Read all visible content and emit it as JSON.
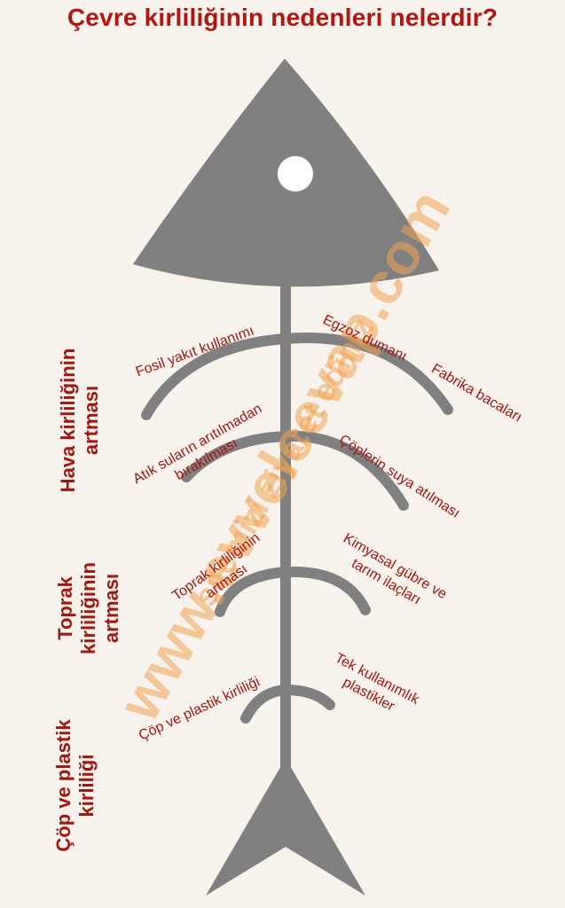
{
  "title": "Çevre kirliliğinin nedenleri nelerdir?",
  "colors": {
    "background": "#f7f2ec",
    "title": "#b3150f",
    "labels": "#a3150f",
    "skeleton": "#808080",
    "watermark": "#f3a254"
  },
  "categories": {
    "air": [
      "Hava kirliliğinin",
      "artması"
    ],
    "soil": [
      "Toprak",
      "kirliliğinin",
      "artması"
    ],
    "plastic": [
      "Çöp ve plastik",
      "kirliliği"
    ]
  },
  "causes": {
    "fossil_fuel": "Fosil yakıt kullanımı",
    "exhaust": "Egzoz dumanı",
    "factory": "Fabrika bacaları",
    "waste_water": [
      "Atık suların arıtılmadan",
      "bırakılması"
    ],
    "garbage_water": "Çöplerin suya atılması",
    "soil_pollution": [
      "Toprak kirliliğinin",
      "artması"
    ],
    "chemicals": [
      "Kimyasal gübre ve",
      "tarım ilaçları"
    ],
    "plastic_pollution": "Çöp ve plastik kirliliği",
    "single_use": [
      "Tek kullanımlık",
      "plastikler"
    ]
  },
  "watermarks": {
    "site": "www.evvelcevap.com",
    "visit": "sitemizi ziyaret ediniz"
  }
}
